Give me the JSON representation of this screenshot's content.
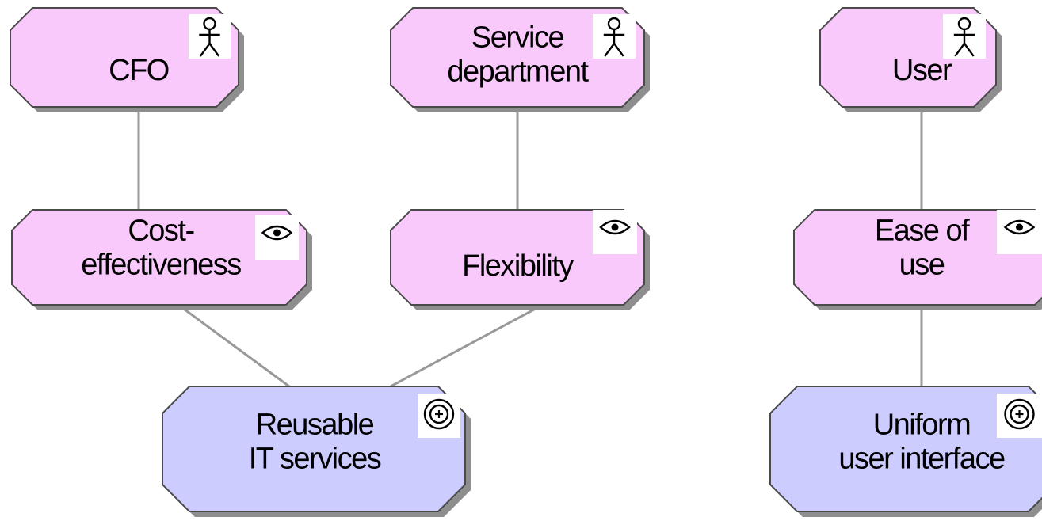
{
  "colors": {
    "stakeholder_fill": "#f9c9fb",
    "goal_fill": "#ccccff",
    "border": "#4a4a4a",
    "shadow": "#8e8e8e",
    "connector": "#999999"
  },
  "nodes": {
    "cfo": {
      "kind": "stakeholder",
      "lines": [
        "CFO"
      ],
      "icon": "person-icon"
    },
    "service_department": {
      "kind": "stakeholder",
      "lines": [
        "Service",
        "department"
      ],
      "icon": "person-icon"
    },
    "user": {
      "kind": "stakeholder",
      "lines": [
        "User"
      ],
      "icon": "person-icon"
    },
    "cost_effectiveness": {
      "kind": "concern",
      "lines": [
        "Cost-",
        "effectiveness"
      ],
      "icon": "eye-icon"
    },
    "flexibility": {
      "kind": "concern",
      "lines": [
        "Flexibility"
      ],
      "icon": "eye-icon"
    },
    "ease_of_use": {
      "kind": "concern",
      "lines": [
        "Ease of",
        "use"
      ],
      "icon": "eye-icon"
    },
    "reusable_it_services": {
      "kind": "goal",
      "lines": [
        "Reusable",
        "IT services"
      ],
      "icon": "target-icon"
    },
    "uniform_user_interface": {
      "kind": "goal",
      "lines": [
        "Uniform",
        "user interface"
      ],
      "icon": "target-icon"
    }
  },
  "connections": [
    [
      "cfo",
      "cost_effectiveness"
    ],
    [
      "service_department",
      "flexibility"
    ],
    [
      "user",
      "ease_of_use"
    ],
    [
      "cost_effectiveness",
      "reusable_it_services"
    ],
    [
      "flexibility",
      "reusable_it_services"
    ],
    [
      "ease_of_use",
      "uniform_user_interface"
    ]
  ]
}
